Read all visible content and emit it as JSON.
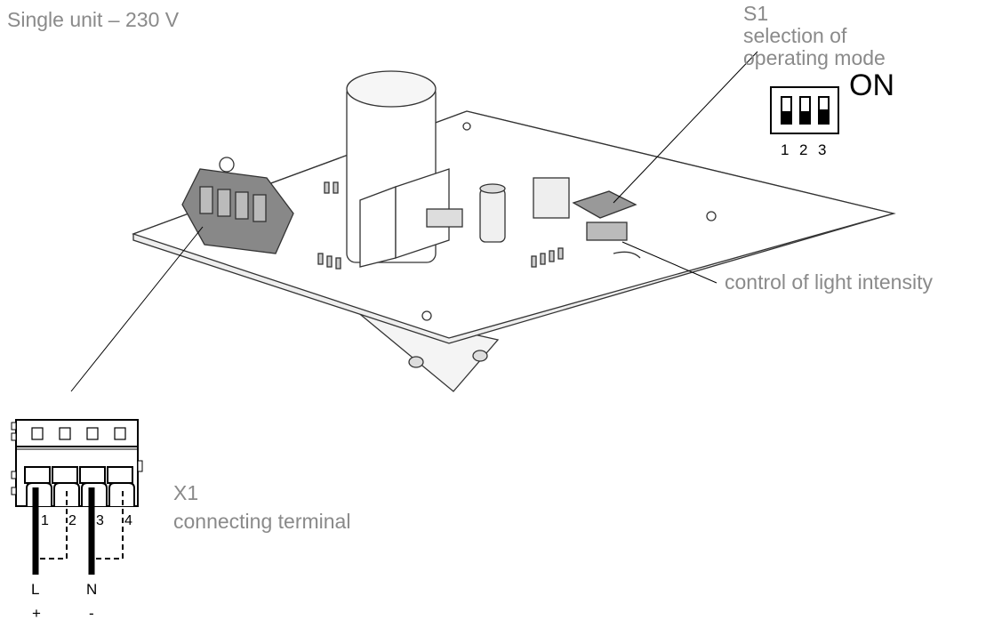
{
  "title": "Single unit – 230 V",
  "s1": {
    "designator": "S1",
    "description_line1": "selection of",
    "description_line2": "operating mode",
    "on_label": "ON",
    "switch_numbers": [
      "1",
      "2",
      "3"
    ]
  },
  "light_control_label": "control of light intensity",
  "x1": {
    "designator": "X1",
    "description": "connecting terminal",
    "terminal_numbers": [
      "1",
      "2",
      "3",
      "4"
    ],
    "wires": [
      {
        "name": "L",
        "polarity": "+"
      },
      {
        "name": "N",
        "polarity": "-"
      }
    ]
  }
}
